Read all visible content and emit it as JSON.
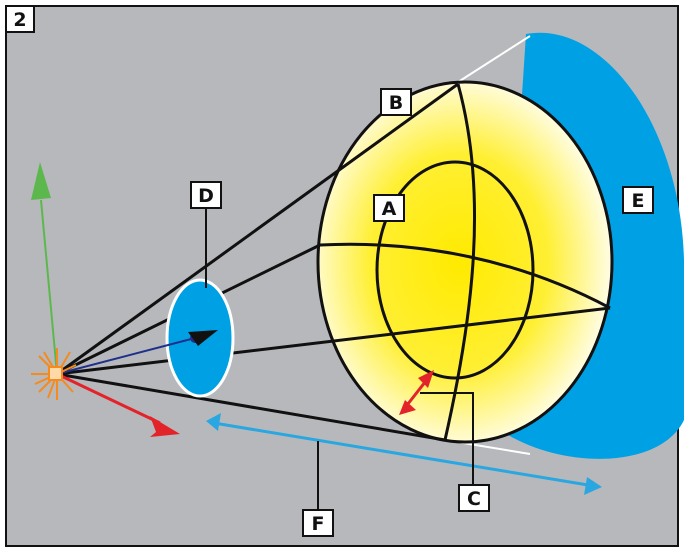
{
  "figure": {
    "number": "2",
    "labels": {
      "a": "A",
      "b": "B",
      "c": "C",
      "d": "D",
      "e": "E",
      "f": "F"
    }
  },
  "colors": {
    "background": "#b7b8bb",
    "frame": "#111111",
    "lens_blue": "#00a1e4",
    "glow_yellow": "#ffea00",
    "beam_line": "#111111",
    "axis_green": "#5cb84d",
    "axis_red": "#e3232a",
    "axis_blue": "#1f2f8c",
    "range_arrow": "#2aa7e0",
    "light_orange": "#f58a1f"
  },
  "icons": {
    "light_source": "spot-light-icon"
  }
}
